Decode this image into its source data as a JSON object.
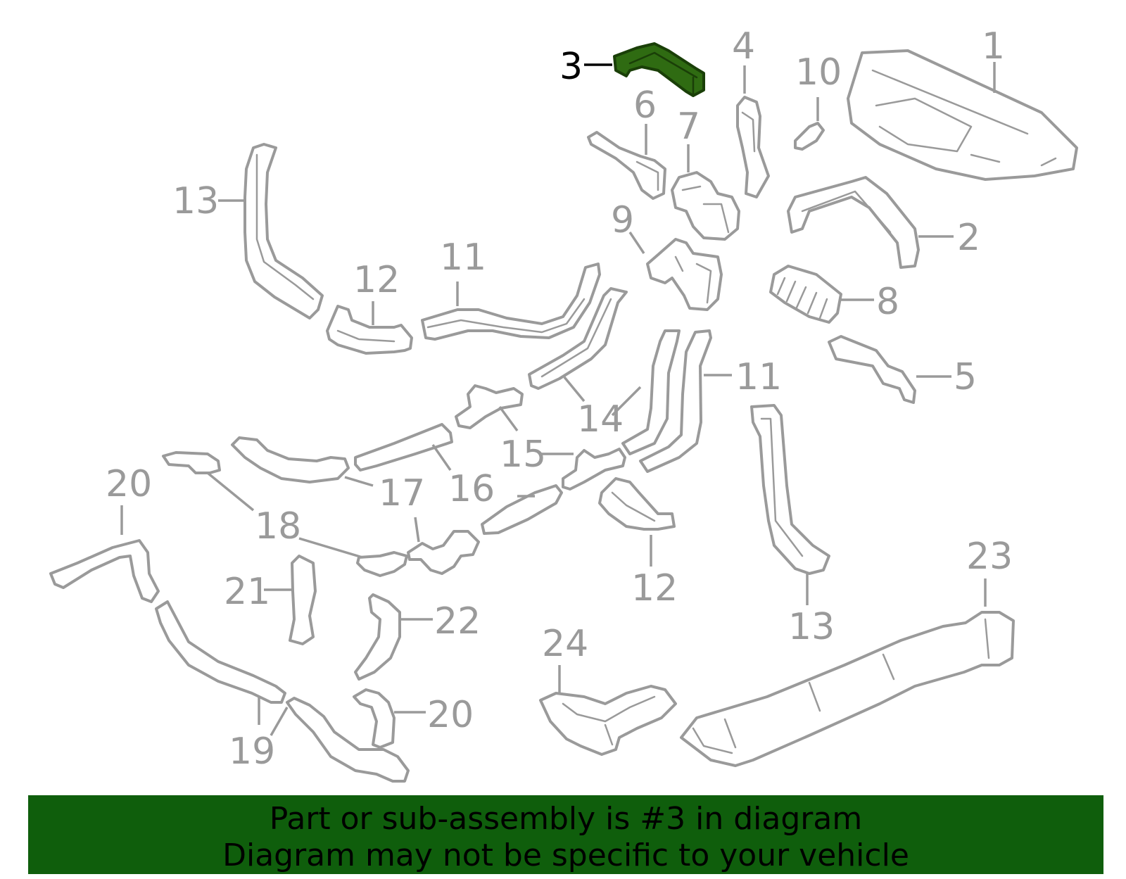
{
  "banner": {
    "line1": "Part or sub-assembly is #3 in diagram",
    "line2": "Diagram may not be specific to your vehicle"
  },
  "colors": {
    "highlight_part": "#2f6b12",
    "banner_background": "#0f5e0c",
    "part_outline": "#9a9a9a",
    "highlight_label": "#000000"
  },
  "highlighted_part": "3",
  "callouts": {
    "c1": "1",
    "c2": "2",
    "c3": "3",
    "c4": "4",
    "c5": "5",
    "c6": "6",
    "c7": "7",
    "c8": "8",
    "c9": "9",
    "c10": "10",
    "c11a": "11",
    "c11b": "11",
    "c12a": "12",
    "c12b": "12",
    "c13a": "13",
    "c13b": "13",
    "c14": "14",
    "c15": "15",
    "c16": "16",
    "c17": "17",
    "c18": "18",
    "c19": "19",
    "c20a": "20",
    "c20b": "20",
    "c21": "21",
    "c22": "22",
    "c23": "23",
    "c24": "24"
  }
}
